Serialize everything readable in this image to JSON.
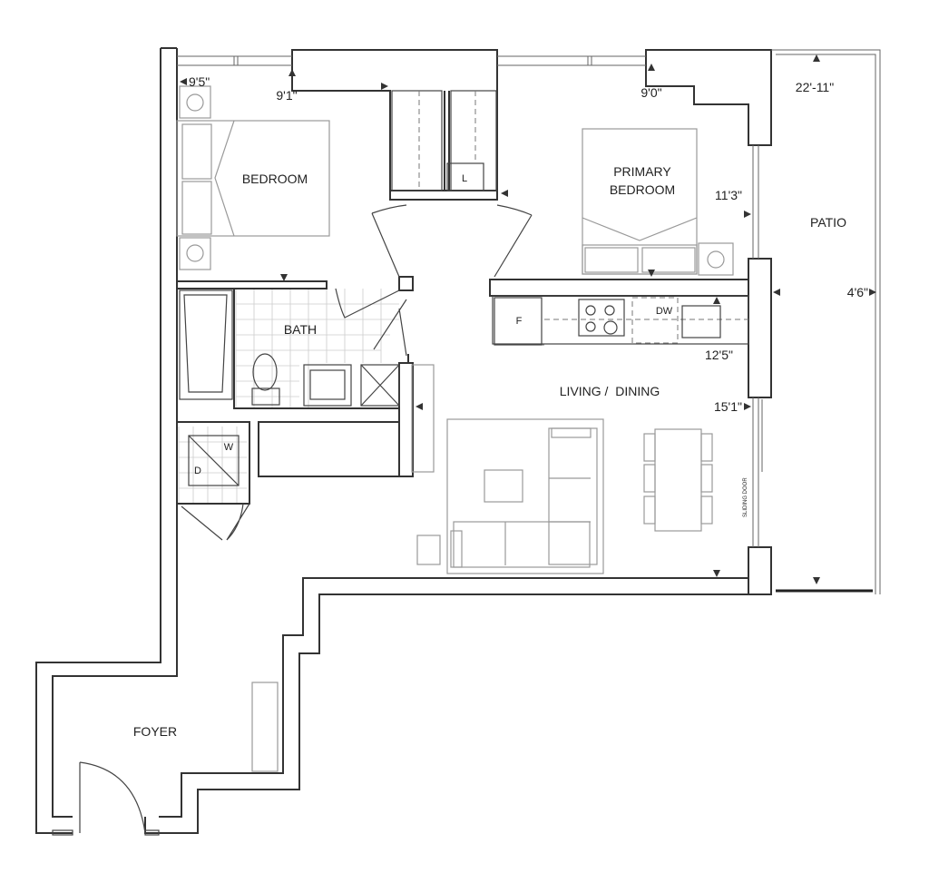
{
  "rooms": {
    "bedroom": "BEDROOM",
    "primary_bedroom_line1": "PRIMARY",
    "primary_bedroom_line2": "BEDROOM",
    "patio": "PATIO",
    "bath": "BATH",
    "living_dining": "LIVING /  DINING",
    "foyer": "FOYER"
  },
  "fixtures": {
    "linen": "L",
    "fridge": "F",
    "dishwasher": "DW",
    "washer": "W",
    "dryer": "D",
    "sliding_door": "SLIDING DOOR"
  },
  "dimensions": {
    "bedroom_width": "9'5\"",
    "bedroom_depth": "9'1\"",
    "primary_depth": "9'0\"",
    "primary_width": "11'3\"",
    "patio_length": "22'-11\"",
    "patio_width": "4'6\"",
    "kitchen_living_width": "12'5\"",
    "living_length": "15'1\""
  }
}
